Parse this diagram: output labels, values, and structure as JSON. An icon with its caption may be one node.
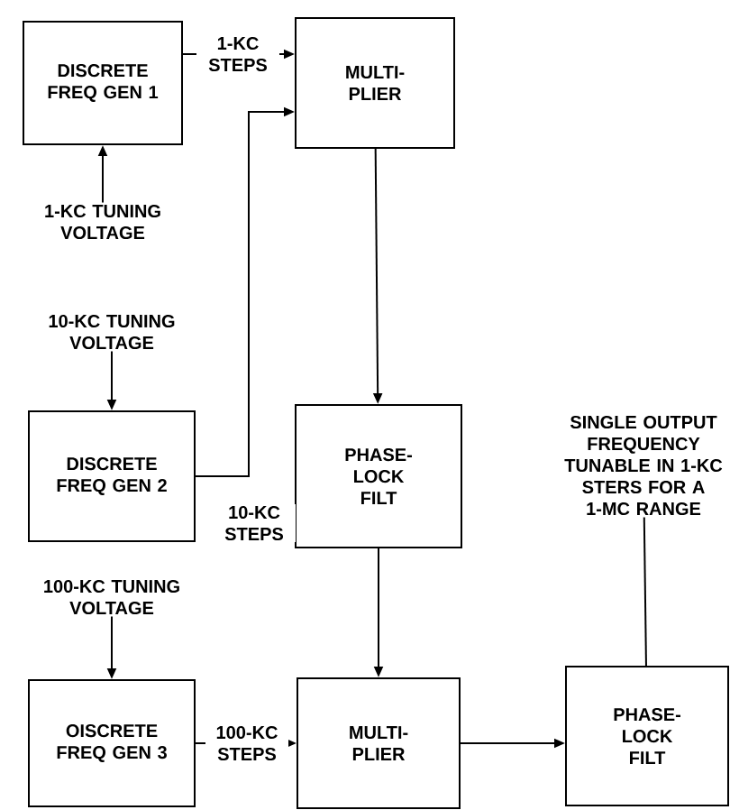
{
  "diagram": {
    "nodes": [
      {
        "text": [
          "DISCRETE FREQ GEN 1"
        ]
      },
      {
        "text": [
          "MULTI- PLIER"
        ]
      },
      {
        "text": [
          "1-KC TUNING VOLTAGE"
        ]
      },
      {
        "text": [
          "10-KC TUNING VOLTAGE"
        ]
      },
      {
        "text": [
          "DISCRETE FREQ GEN 2"
        ]
      },
      {
        "text": [
          "PHASE- LOCK FILT"
        ]
      },
      {
        "text": [
          "100-KC TUNING VOLTAGE"
        ]
      },
      {
        "text": [
          "OISCRETE FREQ GEN 3"
        ]
      },
      {
        "text": [
          "MULTI- PLIER"
        ]
      },
      {
        "text": [
          "PHASE- LOCK FILT"
        ]
      },
      {
        "text": [
          "SINGLE OUTPUT FREQUENCY TUNABLE IN 1-KC STERS FOR A 1-MC RANGE"
        ]
      }
    ],
    "edges": [
      {
        "from": 0,
        "to": 1,
        "arrow": "to",
        "label": "1-KC STEPS"
      },
      {
        "from": 2,
        "to": 0,
        "arrow": "to"
      },
      {
        "from": 3,
        "to": 4,
        "arrow": "to"
      },
      {
        "from": 4,
        "to": 1,
        "arrow": "to",
        "label": "10-KC STEPS"
      },
      {
        "from": 1,
        "to": 5,
        "arrow": "to"
      },
      {
        "from": 5,
        "to": 8,
        "arrow": "to"
      },
      {
        "from": 6,
        "to": 7,
        "arrow": "to"
      },
      {
        "from": 7,
        "to": 8,
        "arrow": "to",
        "label": "100-KC STEPS"
      },
      {
        "from": 8,
        "to": 9,
        "arrow": "to"
      },
      {
        "from": 9,
        "to": 10,
        "arrow": "none"
      }
    ]
  }
}
